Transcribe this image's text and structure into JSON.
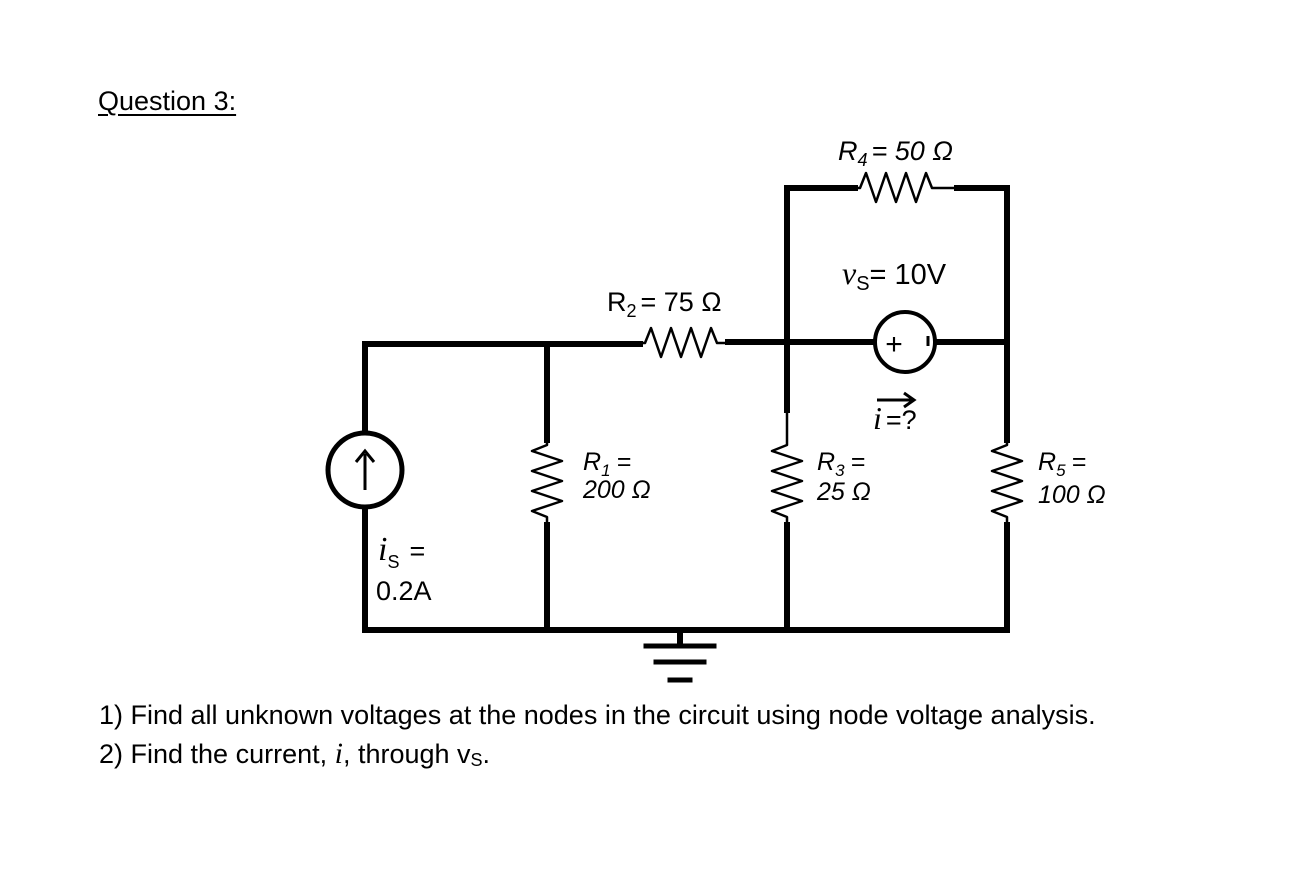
{
  "heading": "Question 3:",
  "circuit": {
    "r4": {
      "name": "R",
      "sub": "4",
      "value": "= 50 Ω"
    },
    "r2": {
      "name": "R",
      "sub": "2",
      "value": "= 75 Ω"
    },
    "r1": {
      "name": "R",
      "sub": "1",
      "eq": "=",
      "value": "200 Ω"
    },
    "r3": {
      "name": "R",
      "sub": "3",
      "eq": "=",
      "value": "25 Ω"
    },
    "r5": {
      "name": "R",
      "sub": "5",
      "eq": "=",
      "value": "100 Ω"
    },
    "vs": {
      "name": "v",
      "sub": "S",
      "value": "= 10V",
      "plus": "+"
    },
    "i_unknown": {
      "name": "i",
      "value": "=?"
    },
    "is": {
      "name": "i",
      "sub": "S",
      "eq": "=",
      "value": "0.2A"
    }
  },
  "questions": {
    "q1": "1) Find all unknown voltages at the nodes in the circuit using node voltage analysis.",
    "q2_before": "2) Find the current, ",
    "q2_var": "i",
    "q2_mid": ", through v",
    "q2_sub": "S",
    "q2_after": "."
  }
}
